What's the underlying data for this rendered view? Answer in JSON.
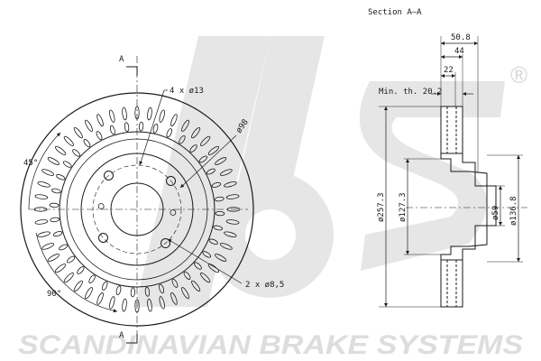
{
  "title": "Section A–A",
  "section_marker": "A",
  "angles": {
    "a45": "45°",
    "a90": "90°"
  },
  "front_view": {
    "bolt_holes": "4 x ø13",
    "pcd": "ø98",
    "small_holes": "2 x ø8,5"
  },
  "section_view": {
    "overall_width": "50.8",
    "width_44": "44",
    "width_22": "22",
    "min_thickness": "Min. th. 20.2",
    "outer_diameter": "ø257.3",
    "hat_diameter": "ø127.3",
    "center_bore": "ø59",
    "hat_outer": "ø136.8"
  },
  "watermark": {
    "logo": "sbs",
    "registered": "®",
    "tagline": "SCANDINAVIAN BRAKE SYSTEMS"
  },
  "colors": {
    "line": "#1a1a1a",
    "watermark": "#e6e6e6"
  }
}
